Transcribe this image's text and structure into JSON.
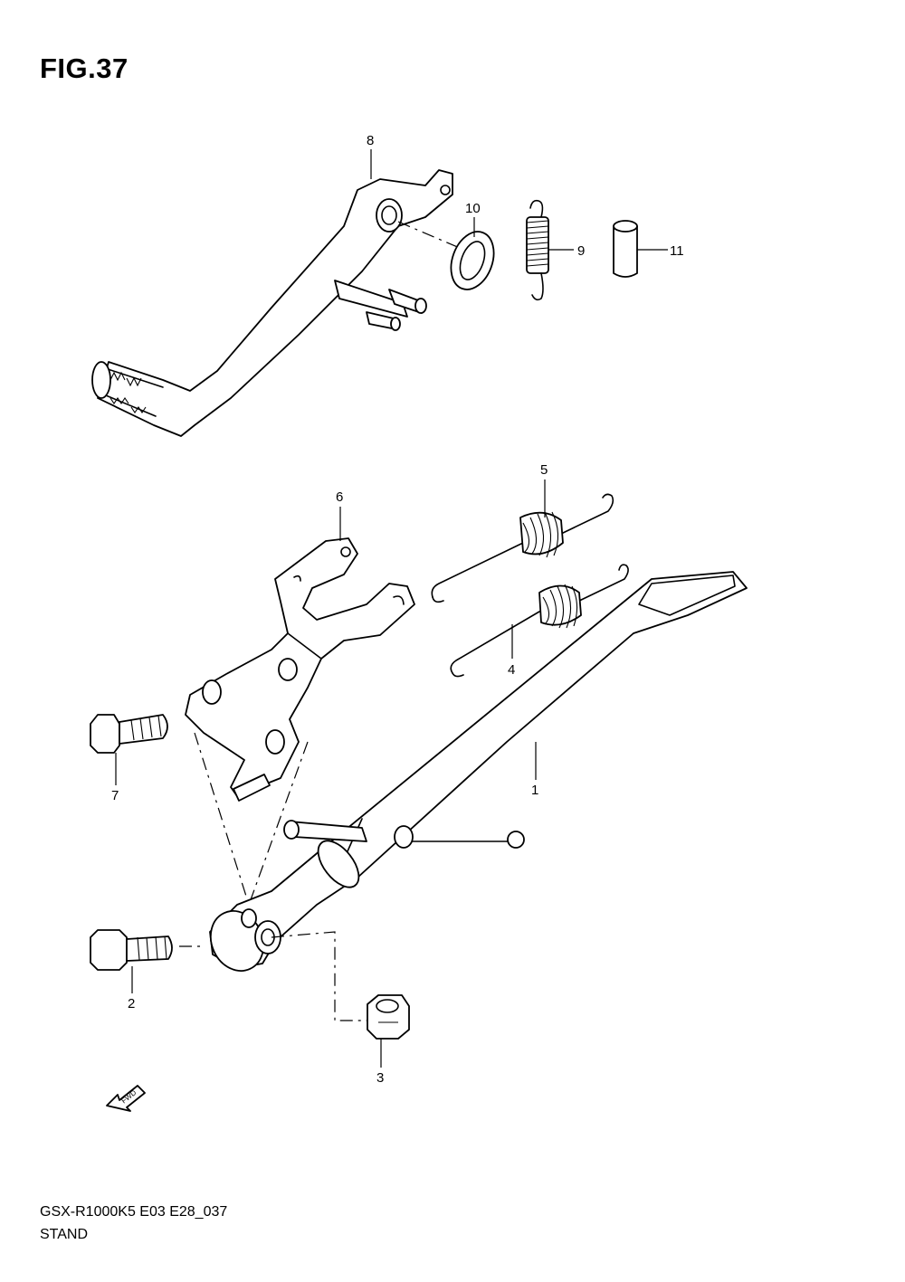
{
  "figure": {
    "title": "FIG.37",
    "model_code": "GSX-R1000K5 E03 E28_037",
    "section": "STAND"
  },
  "callouts": [
    {
      "id": "p1",
      "label": "1"
    },
    {
      "id": "p2",
      "label": "2"
    },
    {
      "id": "p3",
      "label": "3"
    },
    {
      "id": "p4",
      "label": "4"
    },
    {
      "id": "p5",
      "label": "5"
    },
    {
      "id": "p6",
      "label": "6"
    },
    {
      "id": "p7",
      "label": "7"
    },
    {
      "id": "p8",
      "label": "8"
    },
    {
      "id": "p9",
      "label": "9"
    },
    {
      "id": "p10",
      "label": "10"
    },
    {
      "id": "p11",
      "label": "11"
    }
  ],
  "fwd_label": "FWD"
}
